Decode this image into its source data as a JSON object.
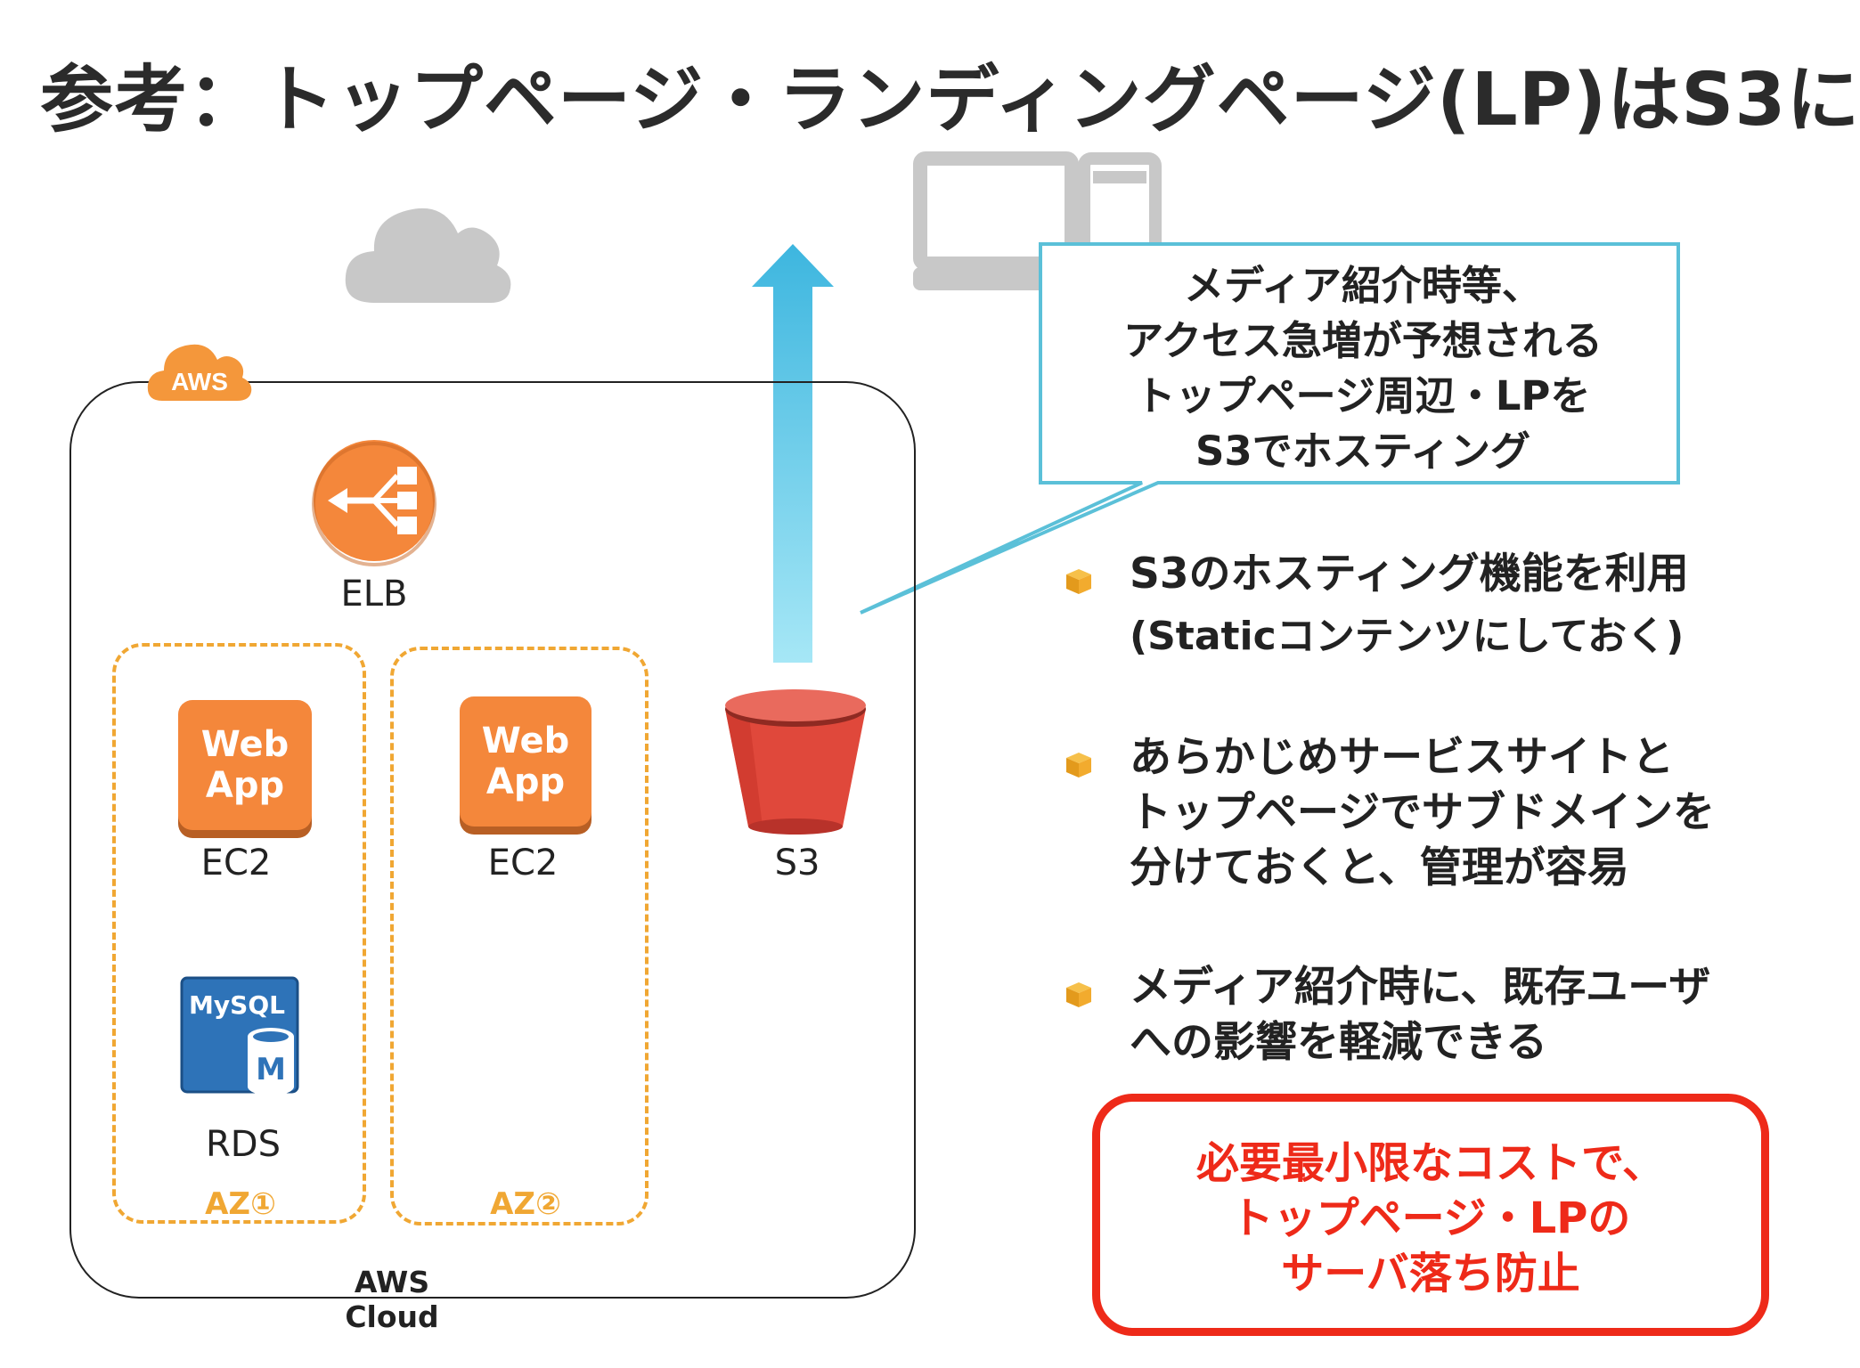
{
  "title": "参考：トップページ・ランディングページ(LP)はS3に",
  "aws_badge": "AWS",
  "aws_cloud_label": "AWS Cloud",
  "elb_label": "ELB",
  "ec2_tile_line1": "Web",
  "ec2_tile_line2": "App",
  "ec2_labels": [
    "EC2",
    "EC2"
  ],
  "rds_tile_text": "MySQL",
  "rds_m": "M",
  "rds_label": "RDS",
  "s3_label": "S3",
  "az_labels": [
    "AZ①",
    "AZ②"
  ],
  "callout_lines": [
    "メディア紹介時等、",
    "アクセス急増が予想される",
    "トップページ周辺・LPを",
    "S3でホスティング"
  ],
  "bullets": [
    {
      "lines": [
        "S3のホスティング機能を利用",
        "(Staticコンテンツにしておく)"
      ]
    },
    {
      "lines": [
        "あらかじめサービスサイトと",
        "トップページでサブドメインを",
        "分けておくと、管理が容易"
      ]
    },
    {
      "lines": [
        "メディア紹介時に、既存ユーザ",
        "への影響を軽減できる"
      ]
    }
  ],
  "highlight_lines": [
    "必要最小限なコストで、",
    "トップページ・LPの",
    "サーバ落ち防止"
  ],
  "colors": {
    "aws_orange": "#f4873b",
    "az_dash": "#f0a733",
    "s3_red": "#e0483b",
    "rds_blue": "#2e73b8",
    "callout_border": "#5bc0d8",
    "highlight_red": "#ee2a19",
    "cloud_gray": "#c8c8c8"
  }
}
